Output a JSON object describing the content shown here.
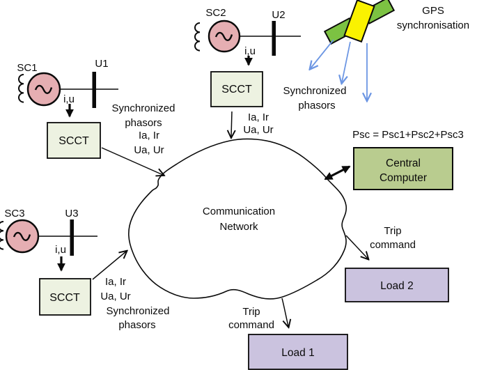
{
  "colors": {
    "generator_fill": "#e5aeb2",
    "scct_fill": "#edf2e1",
    "computer_fill": "#b9cc8f",
    "load_fill": "#cbc3df",
    "satellite_panel": "#7cc242",
    "satellite_body": "#faf200",
    "gps_arrow": "#6c96e3",
    "outline": "#0a0a0a"
  },
  "sc1": {
    "name": "SC1",
    "bus": "U1",
    "iu": "i,u",
    "scct": "SCCT",
    "phasors1": "Synchronized",
    "phasors2": "phasors",
    "sig1": "Ia, Ir",
    "sig2": "Ua, Ur"
  },
  "sc2": {
    "name": "SC2",
    "bus": "U2",
    "iu": "i,u",
    "scct": "SCCT",
    "sig1": "Ia, Ir",
    "sig2": "Ua, Ur"
  },
  "sc3": {
    "name": "SC3",
    "bus": "U3",
    "iu": "i,u",
    "scct": "SCCT",
    "sig1": "Ia, Ir",
    "sig2": "Ua, Ur",
    "phasors1": "Synchronized",
    "phasors2": "phasors"
  },
  "gps": {
    "title1": "GPS",
    "title2": "synchronisation",
    "phasors1": "Synchronized",
    "phasors2": "phasors"
  },
  "cloud": {
    "line1": "Communication",
    "line2": "Network"
  },
  "computer": {
    "formula": "Psc = Psc1+Psc2+Psc3",
    "line1": "Central",
    "line2": "Computer"
  },
  "load1": {
    "label": "Load 1",
    "trip1": "Trip",
    "trip2": "command"
  },
  "load2": {
    "label": "Load 2",
    "trip1": "Trip",
    "trip2": "command"
  }
}
